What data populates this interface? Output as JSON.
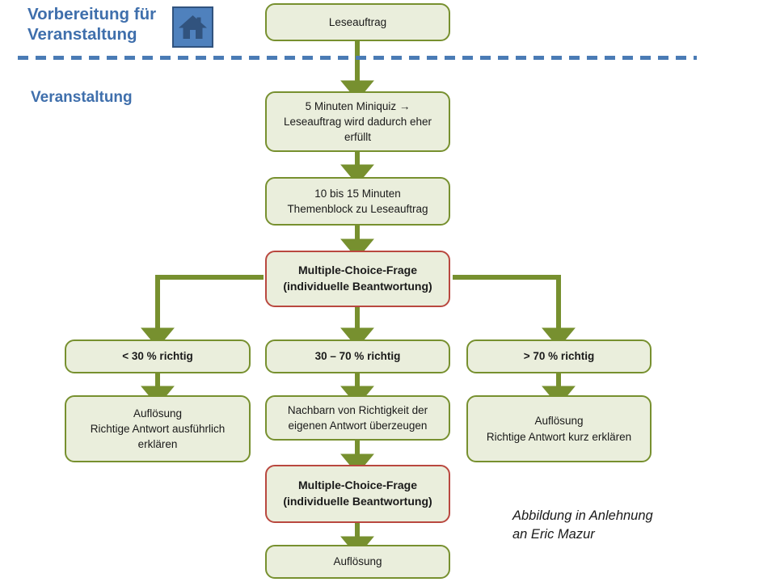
{
  "diagram": {
    "title_phases": {
      "preparation": "Vorbereitung für\nVeranstaltung",
      "event": "Veranstaltung"
    },
    "home_icon_name": "home-icon",
    "caption": "Abbildung in Anlehnung\nan Eric Mazur",
    "colors": {
      "node_fill": "#eaeedc",
      "node_border": "#77902f",
      "accent_border": "#b9483f",
      "arrow": "#77902f",
      "phase_text": "#3f6fac",
      "divider": "#4a7bb5",
      "icon_fill": "#4f81bd",
      "icon_glyph": "#31537e"
    },
    "nodes": [
      {
        "id": "leseauftrag",
        "label": "Leseauftrag"
      },
      {
        "id": "miniquiz",
        "label": "5 Minuten Miniquiz →\nLeseauftrag wird dadurch eher\nerfüllt"
      },
      {
        "id": "themenblock",
        "label": "10 bis 15 Minuten\nThemenblock zu Leseauftrag"
      },
      {
        "id": "mc-frage-1",
        "label": "Multiple-Choice-Frage\n(individuelle Beantwortung)"
      },
      {
        "id": "branch-low",
        "label": "< 30 % richtig"
      },
      {
        "id": "branch-mid",
        "label": "30 – 70 % richtig"
      },
      {
        "id": "branch-high",
        "label": "> 70 % richtig"
      },
      {
        "id": "aufloesung-low",
        "label": "Auflösung\nRichtige Antwort  ausführlich\nerklären"
      },
      {
        "id": "nachbarn",
        "label": "Nachbarn von Richtigkeit der\neigenen Antwort  überzeugen"
      },
      {
        "id": "mc-frage-2",
        "label": "Multiple-Choice-Frage\n(individuelle Beantwortung)"
      },
      {
        "id": "aufloesung-mid",
        "label": "Auflösung"
      },
      {
        "id": "aufloesung-high",
        "label": "Auflösung\nRichtige Antwort kurz erklären"
      }
    ]
  }
}
